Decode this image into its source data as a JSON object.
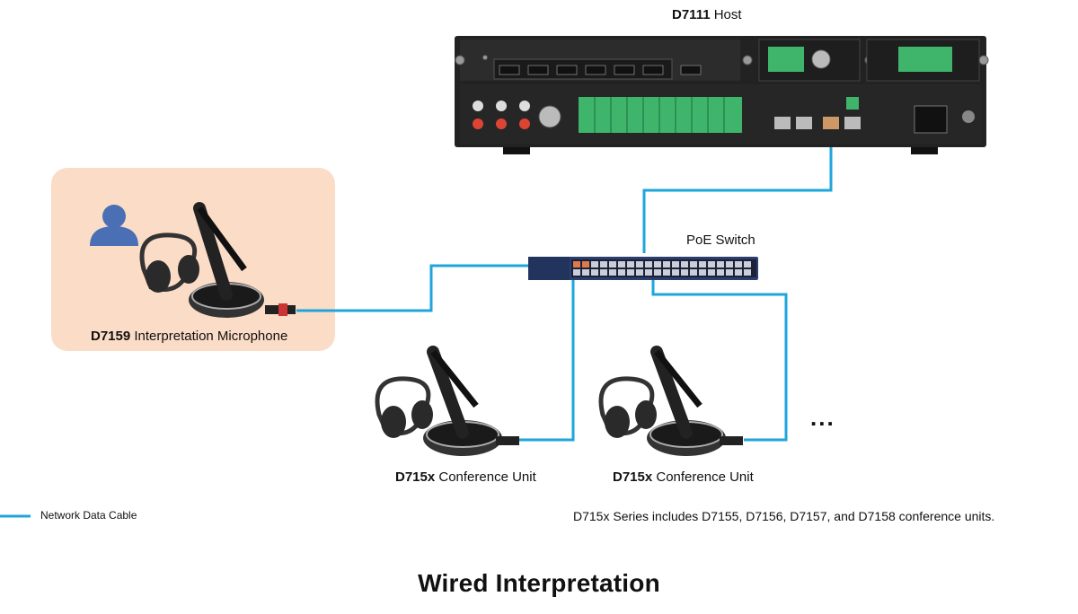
{
  "host": {
    "model": "D7111",
    "suffix": " Host"
  },
  "switch": {
    "label": "PoE Switch"
  },
  "interpretation_mic": {
    "model": "D7159",
    "suffix": " Interpretation Microphone"
  },
  "conference_units": [
    {
      "model": "D715x",
      "suffix": " Conference Unit"
    },
    {
      "model": "D715x",
      "suffix": " Conference Unit"
    }
  ],
  "more_indicator": "...",
  "legend": {
    "label": "Network Data Cable",
    "color": "#1ea6dc"
  },
  "note": "D715x Series includes D7155, D7156, D7157, and D7158 conference units.",
  "title": "Wired Interpretation"
}
